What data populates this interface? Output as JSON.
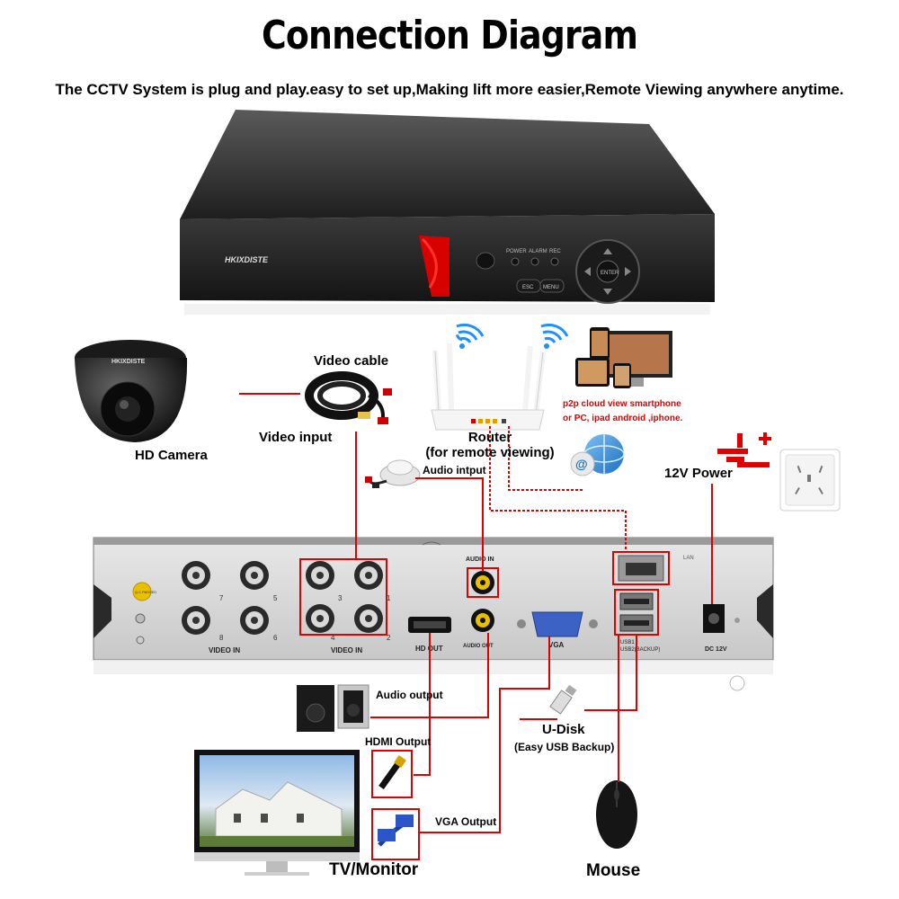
{
  "header": {
    "title": "Connection Diagram",
    "subtitle": "The CCTV System is plug and play.easy to set up,Making lift more easier,Remote Viewing anywhere anytime."
  },
  "dvr_front": {
    "brand": "HKIXDISTE",
    "led_labels": [
      "POWER",
      "ALARM",
      "REC"
    ],
    "buttons": [
      "ESC",
      "MENU"
    ],
    "nav_center": "ENTER"
  },
  "camera": {
    "brand": "HKIXDISTE",
    "label": "HD Camera"
  },
  "video_cable": {
    "label": "Video cable",
    "input_label": "Video input"
  },
  "router": {
    "label_line1": "Router",
    "label_line2": "(for remote viewing)"
  },
  "p2p": {
    "line1": "p2p cloud  view smartphone",
    "line2": "or PC, ipad android ,iphone."
  },
  "power": {
    "label": "12V Power"
  },
  "audio_input": {
    "label": "Audio intput"
  },
  "rear_panel": {
    "video_in_left": "VIDEO IN",
    "video_in_right": "VIDEO IN",
    "port_numbers_left": [
      "7",
      "5",
      "8",
      "6"
    ],
    "port_numbers_right": [
      "3",
      "1",
      "4",
      "2"
    ],
    "audio_in": "AUDIO IN",
    "audio_out": "AUDIO OUT",
    "hd_out": "HD OUT",
    "vga": "VGA",
    "lan": "LAN",
    "usb1": "USB1",
    "usb2": "USB2(BACKUP)",
    "dc": "DC 12V",
    "qc": "Q.C PASSED"
  },
  "outputs": {
    "audio_output": "Audio output",
    "hdmi_output": "HDMI Output",
    "vga_output": "VGA Output",
    "udisk": "U-Disk",
    "udisk_note": "(Easy USB Backup)",
    "tv": "TV/Monitor",
    "mouse": "Mouse"
  },
  "colors": {
    "cable_red": "#e00000",
    "panel_grey": "#dcdcdc",
    "dvr_dark": "#2b2b2b",
    "dvr_accent": "#d90000"
  }
}
